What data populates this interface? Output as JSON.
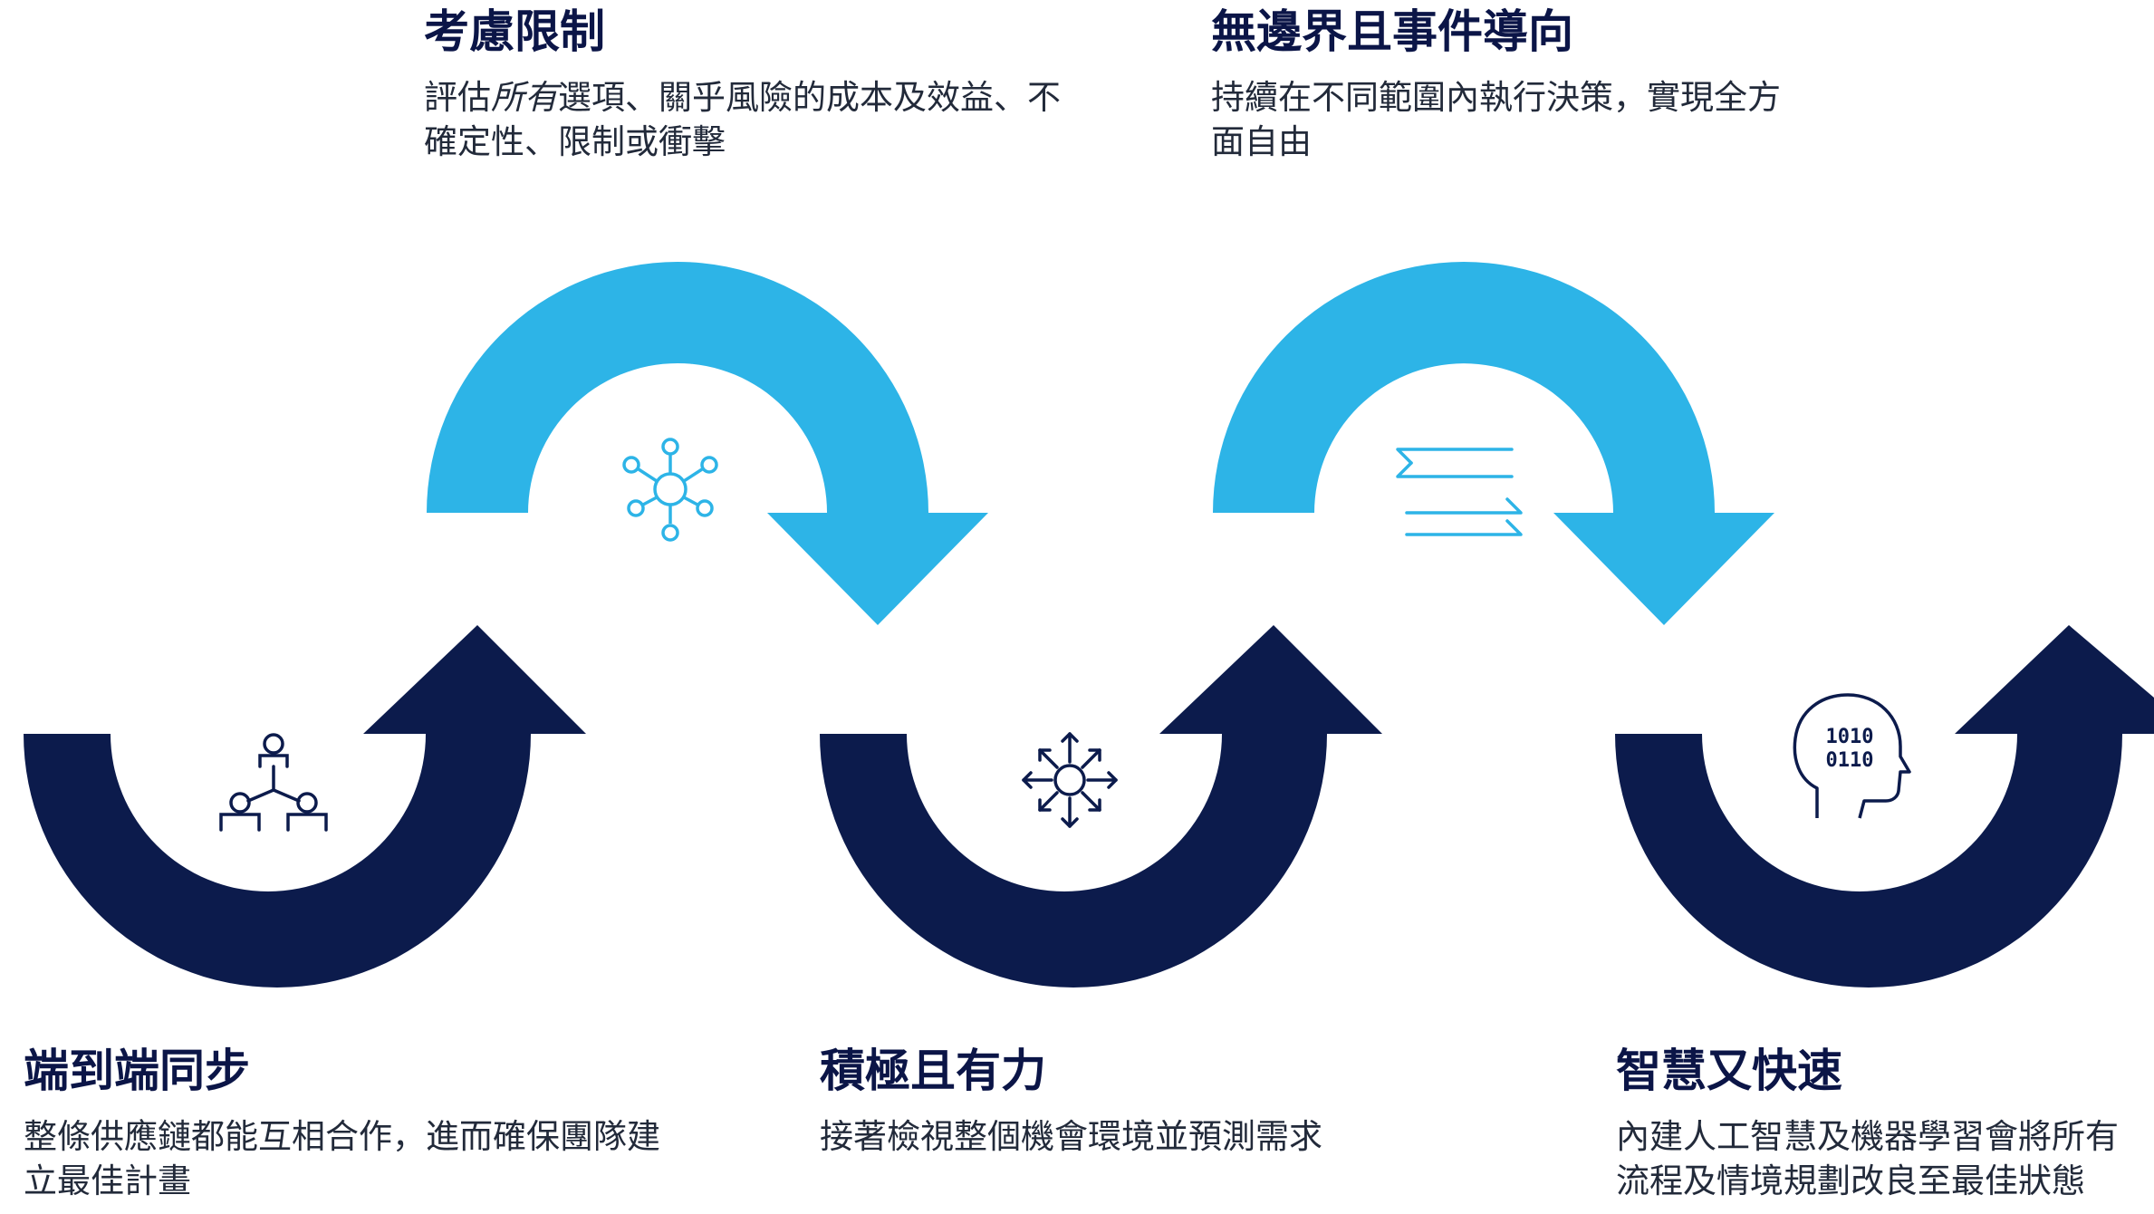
{
  "colors": {
    "navy": "#0c1b4c",
    "sky": "#2db4e7",
    "title": "#0b1547",
    "text": "#222a3a"
  },
  "steps": [
    {
      "title": "端到端同步",
      "desc": "整條供應鏈都能互相合作，進而確保團隊建立最佳計畫",
      "icon": "team-network-icon"
    },
    {
      "title": "考慮限制",
      "desc_before": "評估",
      "desc_em": "所有",
      "desc_after": "選項、關乎風險的成本及效益、不確定性、限制或衝擊",
      "icon": "hub-nodes-icon"
    },
    {
      "title": "積極且有力",
      "desc": "接著檢視整個機會環境並預測需求",
      "icon": "radiating-arrows-icon"
    },
    {
      "title": "無邊界且事件導向",
      "desc": "持續在不同範圍內執行決策，實現全方面自由",
      "icon": "two-way-arrows-icon"
    },
    {
      "title": "智慧又快速",
      "desc": "內建人工智慧及機器學習會將所有流程及情境規劃改良至最佳狀態",
      "icon": "ai-head-icon",
      "icon_text": [
        "1010",
        "0110"
      ]
    }
  ]
}
